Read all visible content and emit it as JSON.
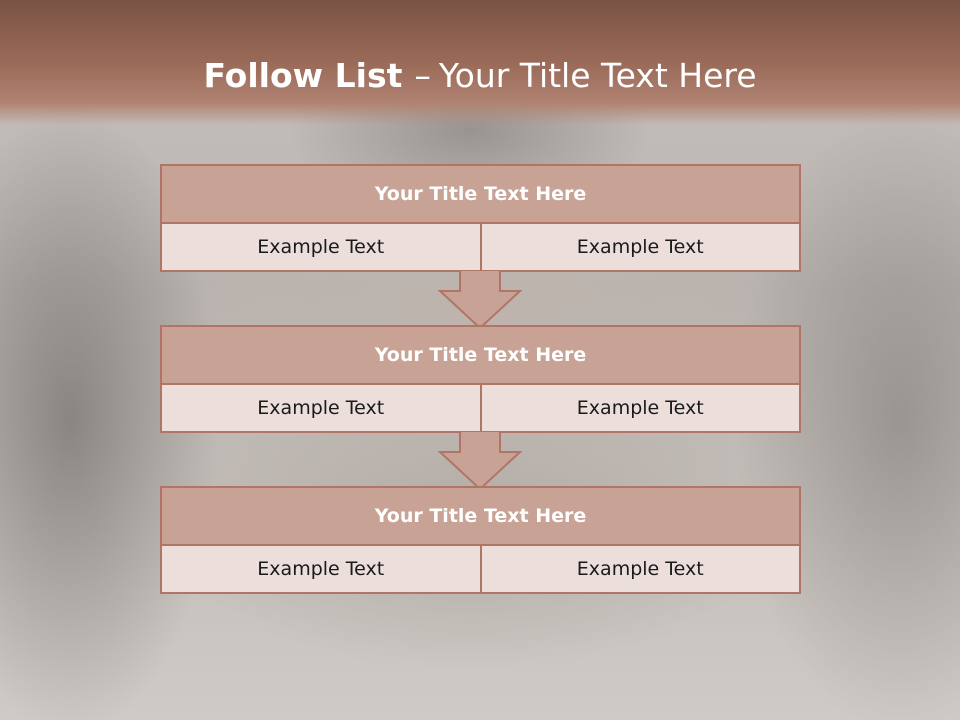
{
  "slide": {
    "title_bold": "Follow List",
    "title_dash": "–",
    "title_rest": "Your Title Text Here"
  },
  "blocks": [
    {
      "title": "Your Title Text Here",
      "left": "Example Text",
      "right": "Example Text"
    },
    {
      "title": "Your Title Text Here",
      "left": "Example Text",
      "right": "Example Text"
    },
    {
      "title": "Your Title Text Here",
      "left": "Example Text",
      "right": "Example Text"
    }
  ],
  "colors": {
    "header": "#9a6a58",
    "block_title_fill": "#c8a294",
    "block_row_fill": "#ecdedb",
    "border": "#b07566",
    "arrow_fill": "#c8a294"
  },
  "icons": {
    "connector": "down-arrow-icon"
  }
}
